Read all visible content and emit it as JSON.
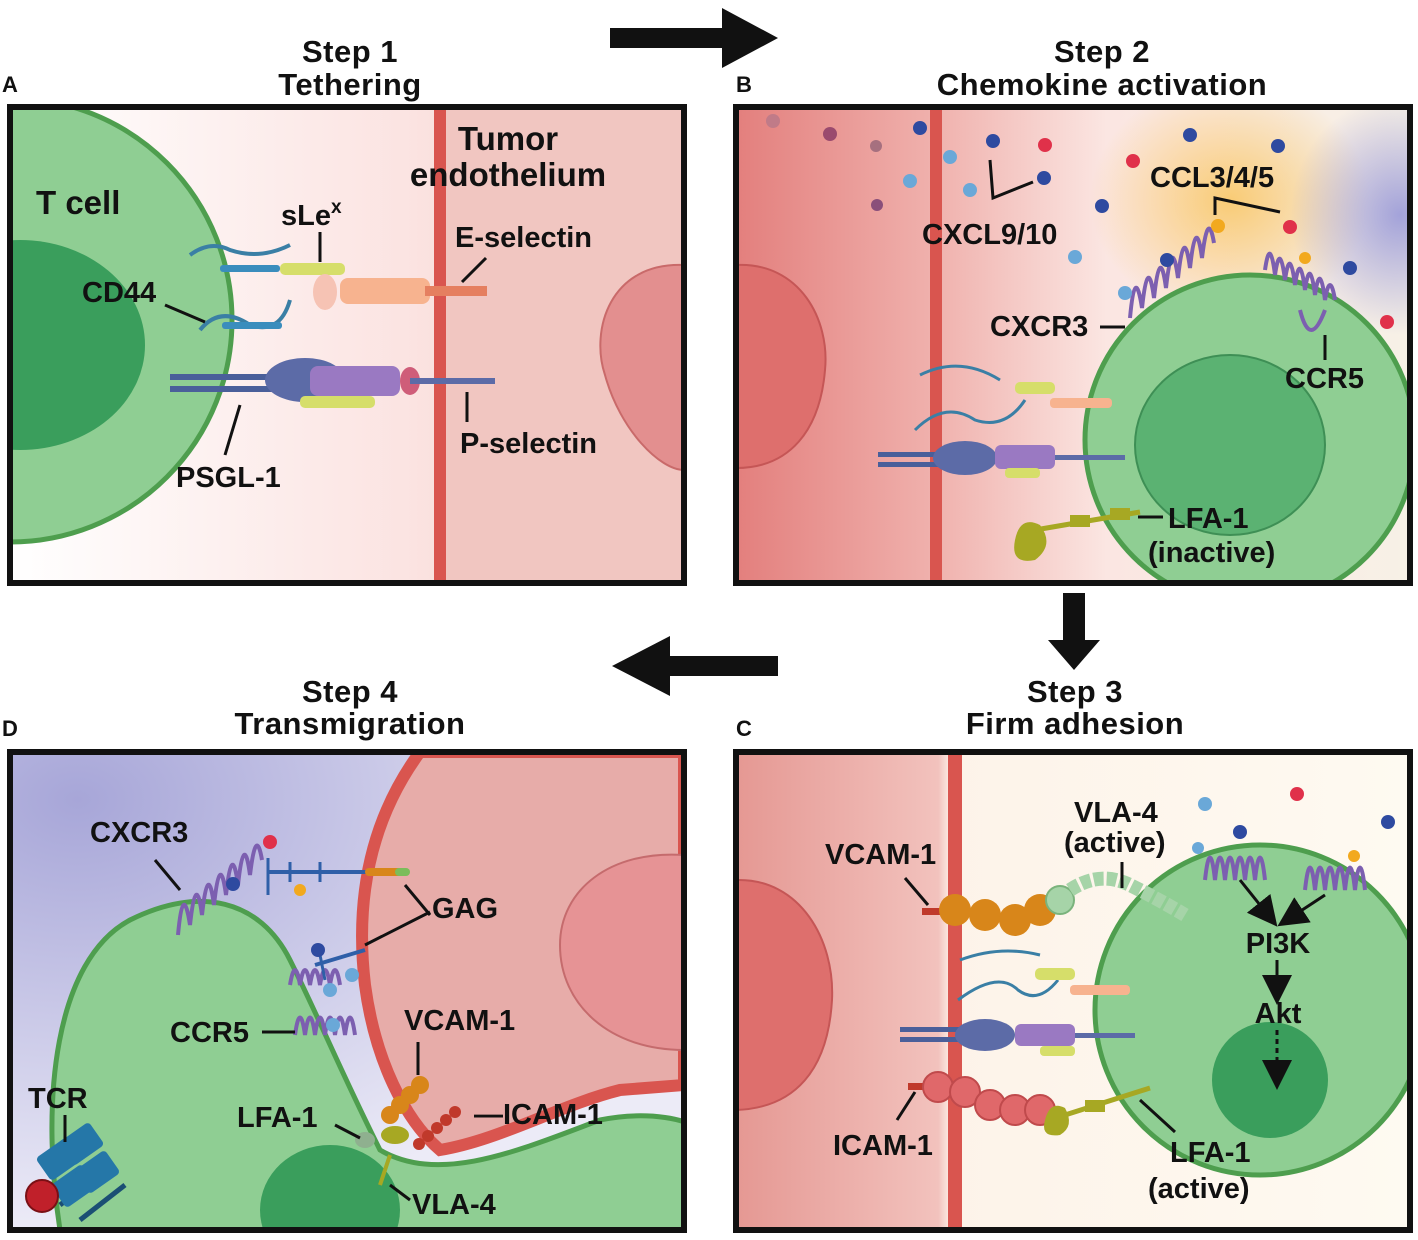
{
  "panels": {
    "A": {
      "letter": "A",
      "step": "Step 1",
      "title": "Tethering",
      "labels": {
        "t_cell": "T cell",
        "tumor_1": "Tumor",
        "tumor_2": "endothelium",
        "slex": "sLe",
        "slex_sup": "x",
        "e_selectin": "E-selectin",
        "cd44": "CD44",
        "psgl1": "PSGL-1",
        "p_selectin": "P-selectin"
      }
    },
    "B": {
      "letter": "B",
      "step": "Step 2",
      "title": "Chemokine activation",
      "labels": {
        "cxcl": "CXCL9/10",
        "ccl": "CCL3/4/5",
        "cxcr3": "CXCR3",
        "ccr5": "CCR5",
        "lfa1_1": "LFA-1",
        "lfa1_2": "(inactive)"
      }
    },
    "C": {
      "letter": "C",
      "step": "Step 3",
      "title": "Firm adhesion",
      "labels": {
        "vla4_1": "VLA-4",
        "vla4_2": "(active)",
        "vcam1": "VCAM-1",
        "pi3k": "PI3K",
        "akt": "Akt",
        "icam1": "ICAM-1",
        "lfa1_1": "LFA-1",
        "lfa1_2": "(active)"
      }
    },
    "D": {
      "letter": "D",
      "step": "Step 4",
      "title": "Transmigration",
      "labels": {
        "cxcr3": "CXCR3",
        "gag": "GAG",
        "ccr5": "CCR5",
        "vcam1": "VCAM-1",
        "icam1": "—ICAM-1",
        "lfa1": "LFA-1",
        "tcr": "TCR",
        "vla4": "VLA-4"
      }
    }
  },
  "colors": {
    "t_cell": "#8fce93",
    "nucleus": "#3a9e5c",
    "endothelium": "#e38f8f",
    "cxcr3": "#8a6bb5",
    "chemokine_blue": "#2e4aa0",
    "chemokine_red": "#e0314a",
    "chemokine_orange": "#f2a91e",
    "lfa1": "#a7a823",
    "vcam": "#d8861a",
    "icam": "#d9555a",
    "tcr": "#2577a8"
  }
}
